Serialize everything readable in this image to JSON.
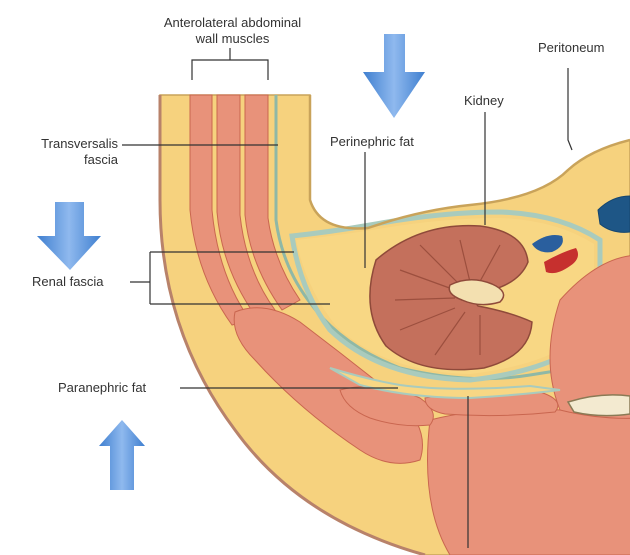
{
  "labels": {
    "anterolateral_line1": "Anterolateral abdominal",
    "anterolateral_line2": "wall muscles",
    "transversalis_line1": "Transversalis",
    "transversalis_line2": "fascia",
    "renal_fascia": "Renal fascia",
    "paranephric_fat": "Paranephric fat",
    "perinephric_fat": "Perinephric fat",
    "kidney": "Kidney",
    "peritoneum": "Peritoneum"
  },
  "colors": {
    "fat": "#f6d27e",
    "muscle": "#e8927a",
    "muscle_stripe": "#d9735d",
    "fascia": "#b9d3c6",
    "kidney": "#c4705c",
    "kidney_dark": "#9c4f3e",
    "arrow": "#5b93d9",
    "vein": "#2a5f9e",
    "artery": "#c6302e",
    "skin_outline": "#b8826a"
  },
  "icons": {
    "arrow_top": "arrow-down-icon",
    "arrow_left": "arrow-down-icon",
    "arrow_bottom": "arrow-up-icon"
  }
}
